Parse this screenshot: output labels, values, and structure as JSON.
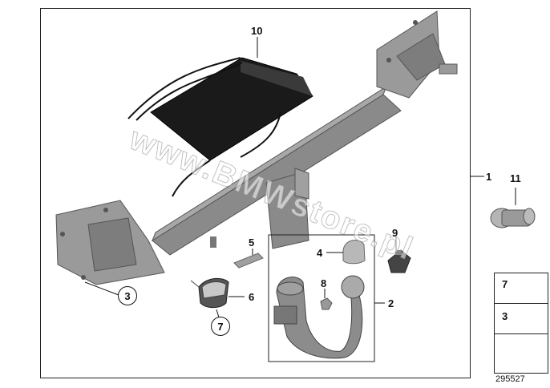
{
  "callouts": {
    "c1": "1",
    "c2": "2",
    "c3": "3",
    "c4": "4",
    "c5": "5",
    "c6": "6",
    "c7": "7",
    "c8": "8",
    "c9": "9",
    "c10": "10",
    "c11": "11",
    "side7": "7",
    "side3": "3"
  },
  "watermark": "www.BMWstore.pl",
  "figure_number": "295527"
}
